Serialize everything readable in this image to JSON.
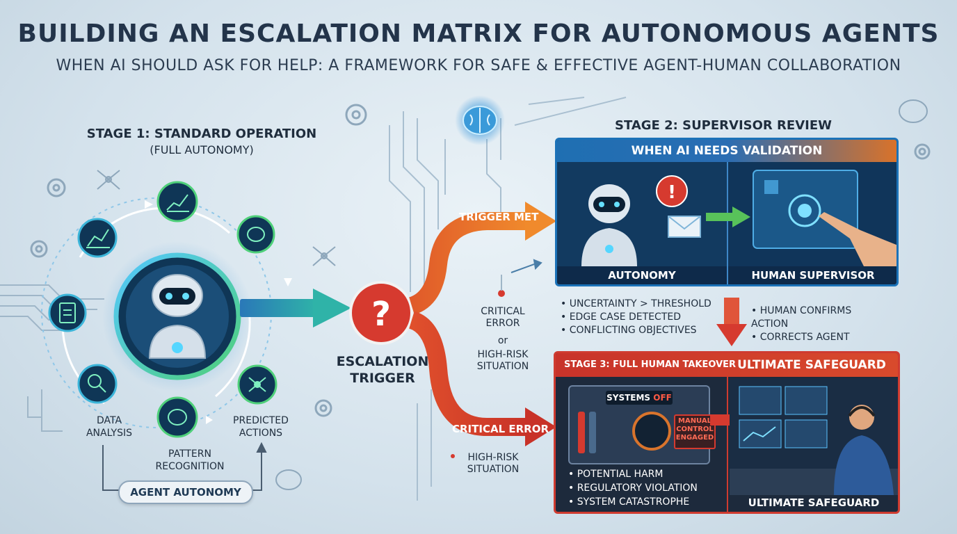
{
  "header": {
    "title": "BUILDING AN ESCALATION MATRIX FOR AUTONOMOUS AGENTS",
    "subtitle": "WHEN AI SHOULD ASK FOR HELP: A FRAMEWORK FOR SAFE & EFFECTIVE AGENT-HUMAN COLLABORATION"
  },
  "stage1": {
    "title": "STAGE 1: STANDARD OPERATION",
    "subtitle": "(FULL AUTONOMY)",
    "nodes": {
      "data_analysis": "DATA ANALYSIS",
      "pattern_recognition": "PATTERN RECOGNITION",
      "predicted_actions": "PREDICTED ACTIONS"
    },
    "autonomy_label": "AGENT AUTONOMY"
  },
  "escalation": {
    "label": "ESCALATION TRIGGER",
    "trigger_met": "TRIGGER MET",
    "critical_error": "CRITICAL ERROR",
    "middle_text_1": "CRITICAL ERROR",
    "middle_or": "or",
    "middle_text_2": "HIGH-RISK SITUATION",
    "lower_bullet": "HIGH-RISK SITUATION"
  },
  "stage2": {
    "title": "STAGE 2: SUPERVISOR REVIEW",
    "panel_header": "WHEN AI NEEDS VALIDATION",
    "left_caption": "AUTONOMY",
    "right_caption": "HUMAN SUPERVISOR",
    "conditions": [
      "UNCERTAINTY > THRESHOLD",
      "EDGE CASE DETECTED",
      "CONFLICTING OBJECTIVES"
    ],
    "outcomes": [
      "HUMAN CONFIRMS ACTION",
      "CORRECTS AGENT"
    ]
  },
  "stage3": {
    "header_left": "STAGE 3: FULL HUMAN TAKEOVER",
    "header_right": "ULTIMATE SAFEGUARD",
    "systems_label": "SYSTEMS",
    "systems_state": "OFF",
    "manual_control": "MANUAL CONTROL ENGAGED",
    "risks": [
      "POTENTIAL HARM",
      "REGULATORY VIOLATION",
      "SYSTEM CATASTROPHE"
    ],
    "right_caption": "ULTIMATE SAFEGUARD"
  },
  "colors": {
    "accent_blue": "#1b72b8",
    "accent_orange": "#e8762c",
    "accent_red": "#cf3b30",
    "accent_teal": "#2fb3a8",
    "accent_green": "#58c25a"
  }
}
